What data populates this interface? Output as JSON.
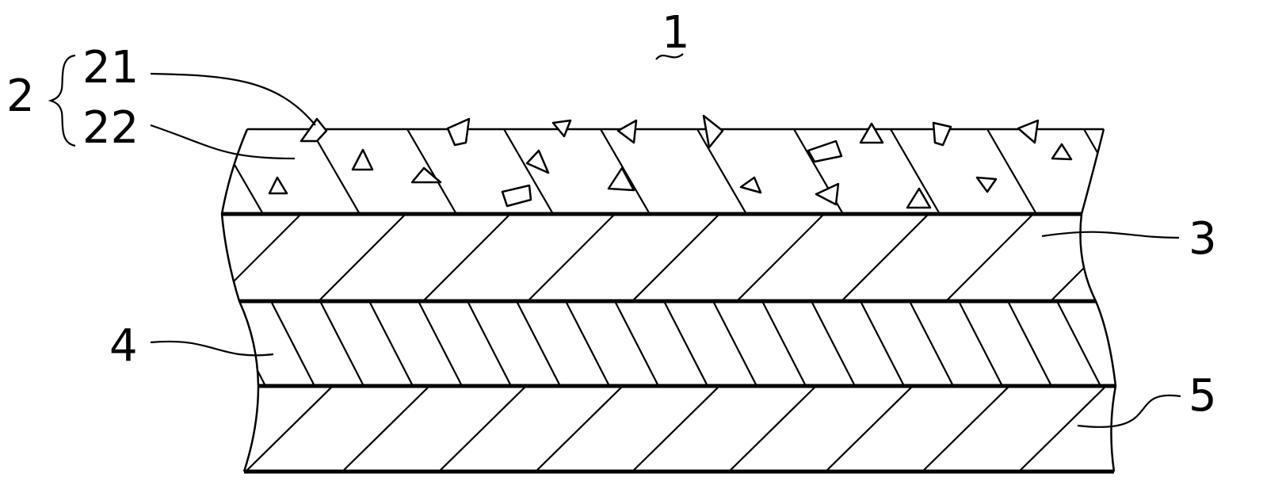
{
  "figure": {
    "assembly_label": "1",
    "group_label": "2",
    "labels": {
      "ref_21": "21",
      "ref_22": "22",
      "ref_3": "3",
      "ref_4": "4",
      "ref_5": "5"
    }
  }
}
